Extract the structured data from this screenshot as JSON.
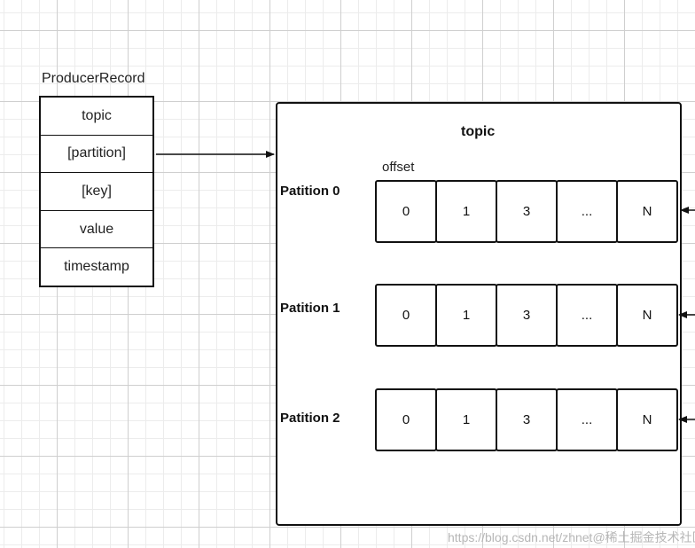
{
  "record": {
    "title": "ProducerRecord",
    "fields": [
      "topic",
      "[partition]",
      "[key]",
      "value",
      "timestamp"
    ]
  },
  "topic": {
    "title": "topic",
    "offset_label": "offset",
    "partitions": [
      {
        "label": "Patition 0",
        "segments": [
          "0",
          "1",
          "3",
          "...",
          "N"
        ]
      },
      {
        "label": "Patition 1",
        "segments": [
          "0",
          "1",
          "3",
          "...",
          "N"
        ]
      },
      {
        "label": "Patition 2",
        "segments": [
          "0",
          "1",
          "3",
          "...",
          "N"
        ]
      }
    ]
  },
  "watermark": "https://blog.csdn.net/zhnet@稀土掘金技术社区"
}
